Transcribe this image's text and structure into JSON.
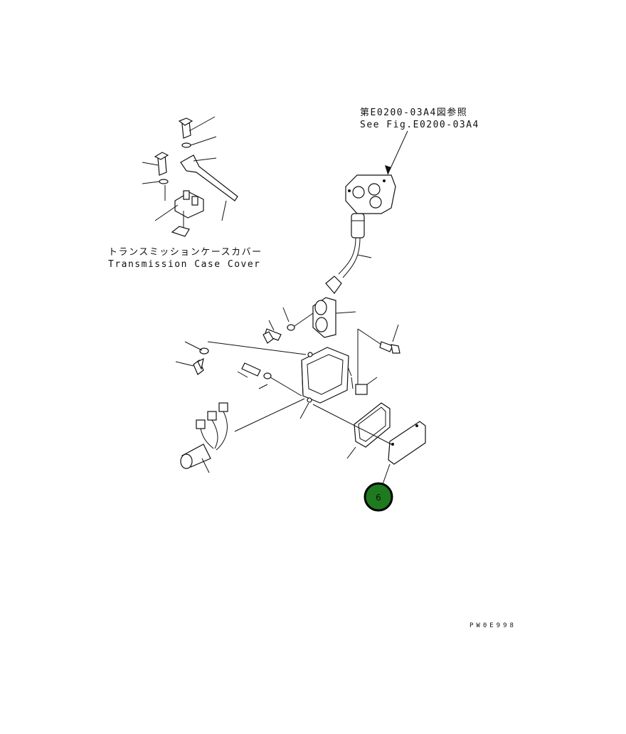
{
  "reference": {
    "line1": "第E0200-03A4図参照",
    "line2": "See Fig.E0200-03A4"
  },
  "transmission_cover": {
    "line1": "トランスミッションケースカバー",
    "line2": "Transmission Case Cover"
  },
  "callout": {
    "number": "6",
    "fill_color": "#1e7a1e",
    "ring_color": "#000000"
  },
  "drawing_code": "PW0E998"
}
